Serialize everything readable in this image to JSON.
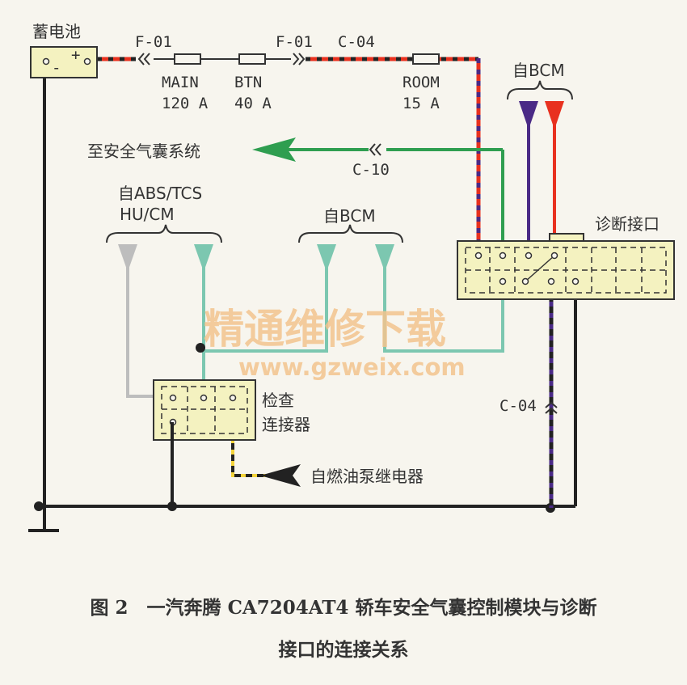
{
  "labels": {
    "battery": "蓄电池",
    "battery_minus": "-",
    "battery_plus": "+",
    "f01_a": "F-01",
    "f01_b": "F-01",
    "c04_top": "C-04",
    "main_name": "MAIN",
    "main_rating": "120 A",
    "btn_name": "BTN",
    "btn_rating": "40 A",
    "room_name": "ROOM",
    "room_rating": "15 A",
    "from_bcm_top": "自BCM",
    "to_airbag": "至安全气囊系统",
    "c10": "C-10",
    "from_abs_1": "自ABS/TCS",
    "from_abs_2": "HU/CM",
    "from_bcm_mid": "自BCM",
    "diag_connector": "诊断接口",
    "check_conn_1": "检查",
    "check_conn_2": "连接器",
    "c04_right": "C-04",
    "from_fuel_pump": "自燃油泵继电器"
  },
  "watermark": {
    "cn": "精通维修下载",
    "url": "www.gzweix.com"
  },
  "caption": {
    "line1": "图 2　一汽奔腾 CA7204AT4 轿车安全气囊控制模块与诊断",
    "line2": "接口的连接关系"
  },
  "colors": {
    "background": "#f7f5ee",
    "wire_black": "#222222",
    "wire_red": "#e8311f",
    "wire_purple": "#4a2a86",
    "wire_green": "#2f9e50",
    "wire_teal": "#7cc7b0",
    "wire_gray": "#bdbdbd",
    "wire_yellow": "#f4d43a",
    "box_fill": "#f4f2c0",
    "watermark": "#f3c48e"
  }
}
